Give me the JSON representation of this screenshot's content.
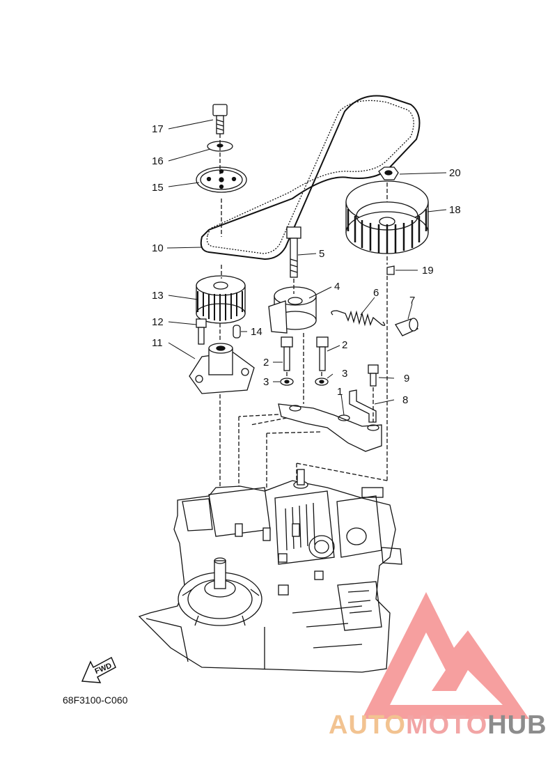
{
  "diagram": {
    "code": "68F3100-C060",
    "fwd_label": "FWD",
    "brand": {
      "part1": "AUTO",
      "part2": "MOTO",
      "part3": "HUB",
      "colors": {
        "auto": "#f2c391",
        "moto": "#f2a5a5",
        "hub": "#8c8c8c",
        "logo": "#f48e8e"
      }
    },
    "callouts": {
      "n1": "1",
      "n2a": "2",
      "n2b": "2",
      "n3a": "3",
      "n3b": "3",
      "n4": "4",
      "n5": "5",
      "n6": "6",
      "n7": "7",
      "n8": "8",
      "n9": "9",
      "n10": "10",
      "n11": "11",
      "n12": "12",
      "n13": "13",
      "n14": "14",
      "n15": "15",
      "n16": "16",
      "n17": "17",
      "n18": "18",
      "n19": "19",
      "n20": "20"
    }
  }
}
